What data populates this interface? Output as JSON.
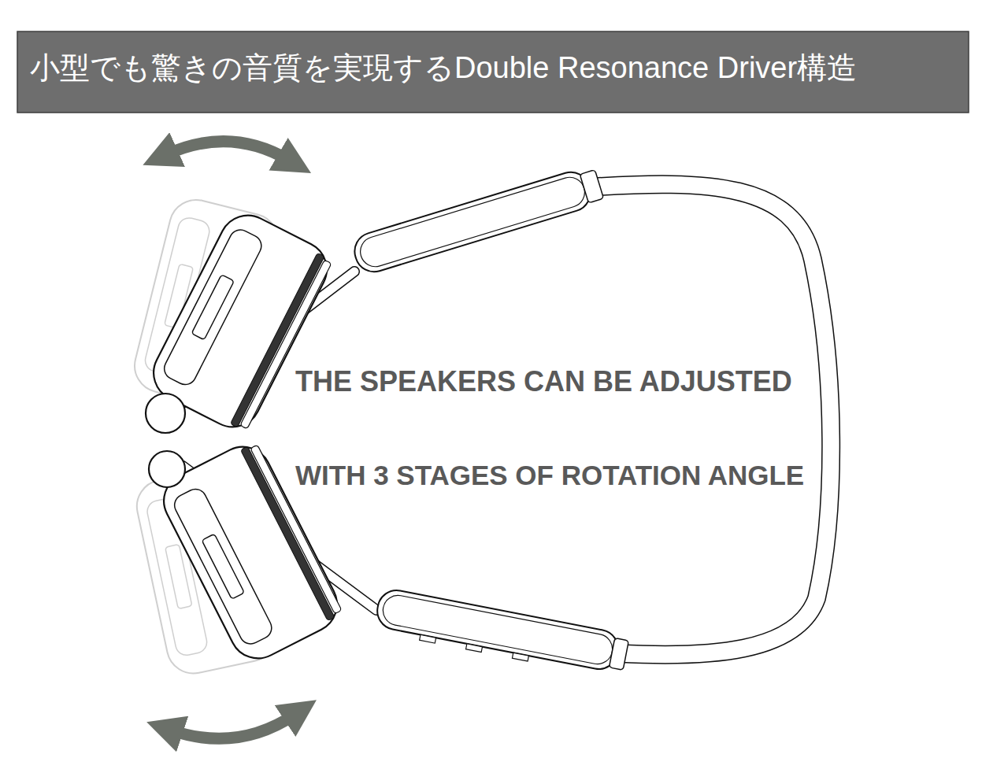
{
  "diagram": {
    "title": "小型でも驚きの音質を実現するDouble Resonance Driver構造",
    "labels": [
      "THE SPEAKERS CAN BE ADJUSTED",
      "WITH 3 STAGES OF ROTATION ANGLE"
    ]
  }
}
